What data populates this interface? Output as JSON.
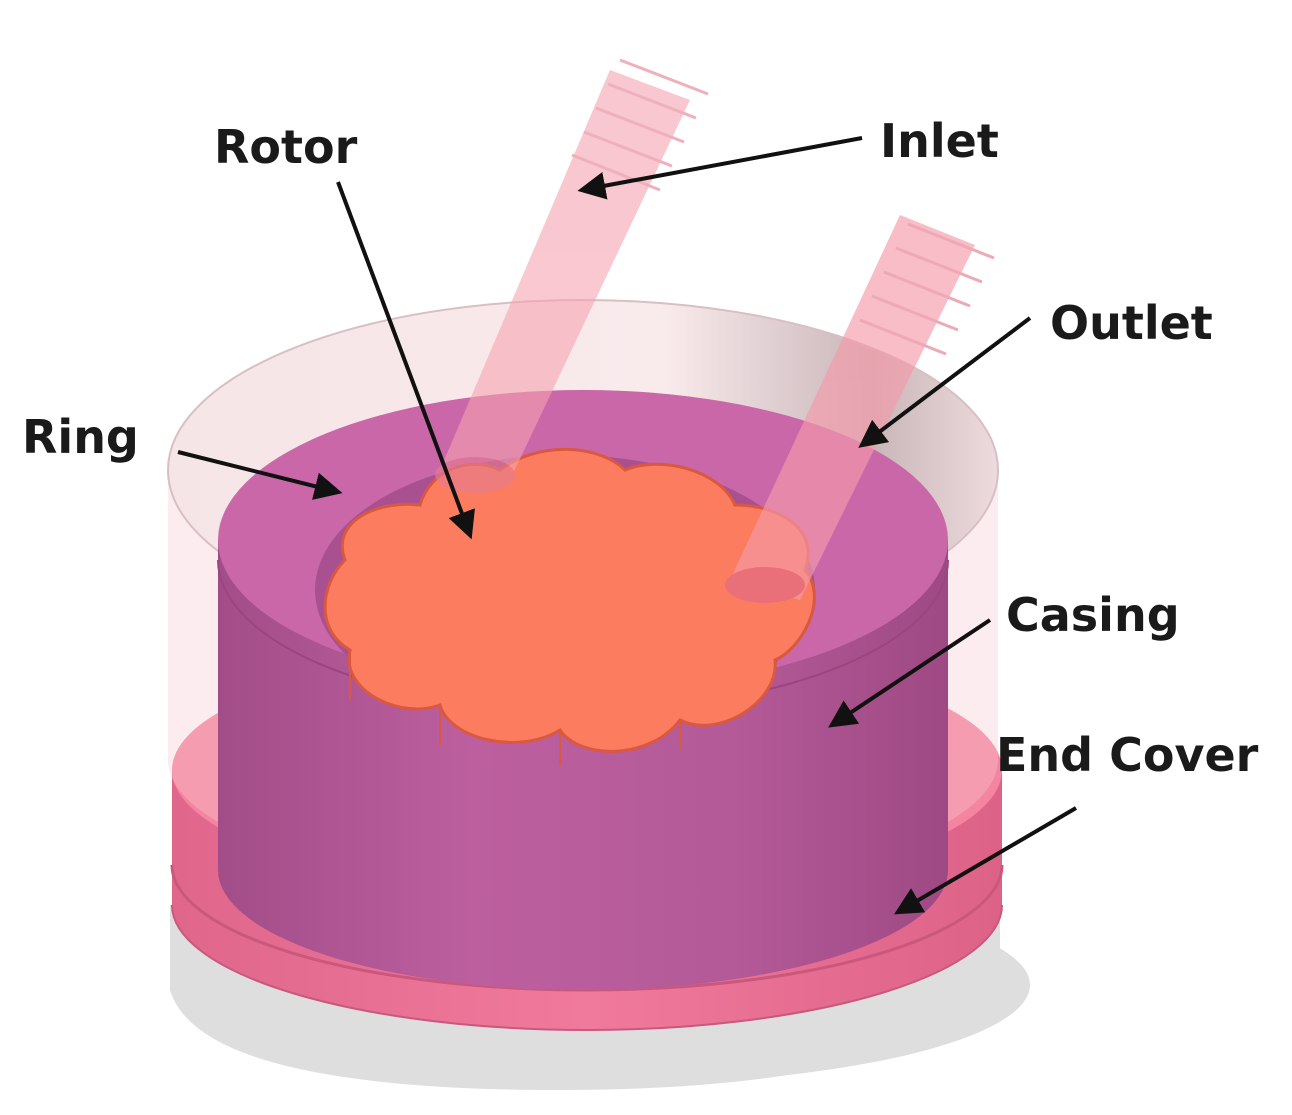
{
  "diagram": {
    "labels": {
      "rotor": "Rotor",
      "inlet": "Inlet",
      "outlet": "Outlet",
      "ring": "Ring",
      "casing": "Casing",
      "end_cover": "End Cover"
    },
    "colors": {
      "casing": "#b95c9c",
      "casing_top": "#c967a9",
      "rotor": "#fb7c5e",
      "end_cover": "#eb7396",
      "end_cover_top": "#f4849f",
      "ports": "#f7a8b4",
      "ring": "#f3d9dc",
      "shadow": "#dcdcdc",
      "arrow": "#111111",
      "text": "#1a1a1a"
    }
  }
}
